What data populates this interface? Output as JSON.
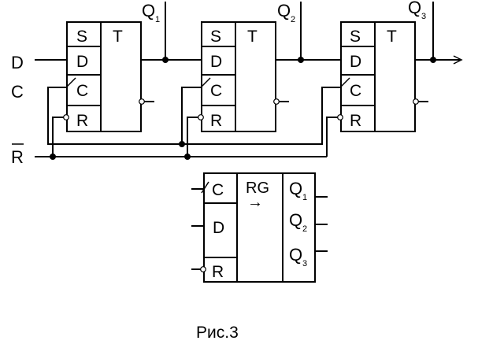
{
  "inputs": {
    "d": "D",
    "c": "C",
    "r_bar": "R"
  },
  "flipflops": [
    {
      "s": "S",
      "d": "D",
      "c": "C",
      "r": "R",
      "t": "T",
      "q_main": "Q",
      "q_sub": "1"
    },
    {
      "s": "S",
      "d": "D",
      "c": "C",
      "r": "R",
      "t": "T",
      "q_main": "Q",
      "q_sub": "2"
    },
    {
      "s": "S",
      "d": "D",
      "c": "C",
      "r": "R",
      "t": "T",
      "q_main": "Q",
      "q_sub": "3"
    }
  ],
  "register": {
    "label": "RG",
    "shift_arrow": "→",
    "pins_left": [
      "C",
      "D",
      "R"
    ],
    "outputs": [
      {
        "main": "Q",
        "sub": "1"
      },
      {
        "main": "Q",
        "sub": "2"
      },
      {
        "main": "Q",
        "sub": "3"
      }
    ]
  },
  "caption": "Рис.3"
}
